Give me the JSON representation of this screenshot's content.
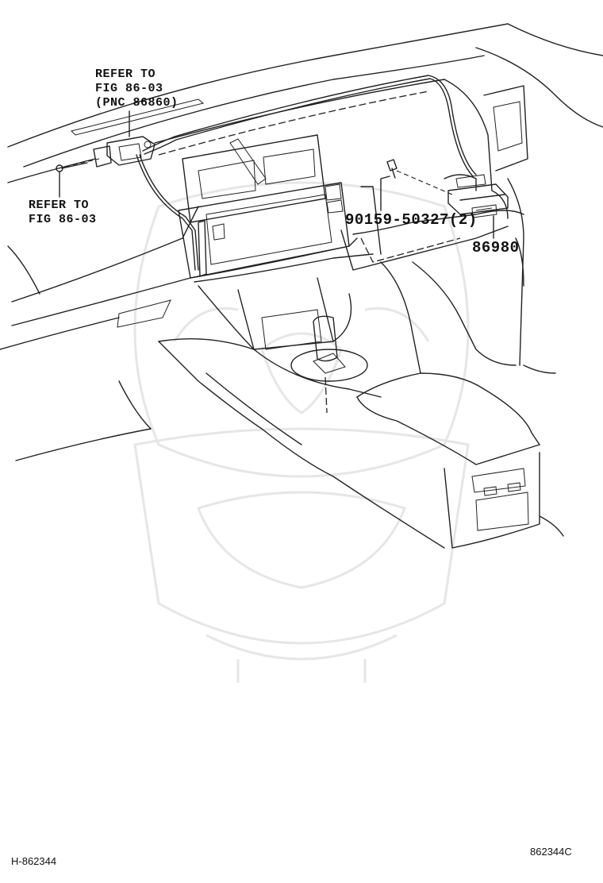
{
  "labels": {
    "refer_fig_pnc": "REFER TO\nFIG 86-03\n(PNC 86860)",
    "refer_fig": "REFER TO\nFIG 86-03",
    "bolt_part": "90159-50327(2)",
    "module_part": "86980"
  },
  "footer": {
    "left_code": "H-862344",
    "right_code": "862344C"
  }
}
